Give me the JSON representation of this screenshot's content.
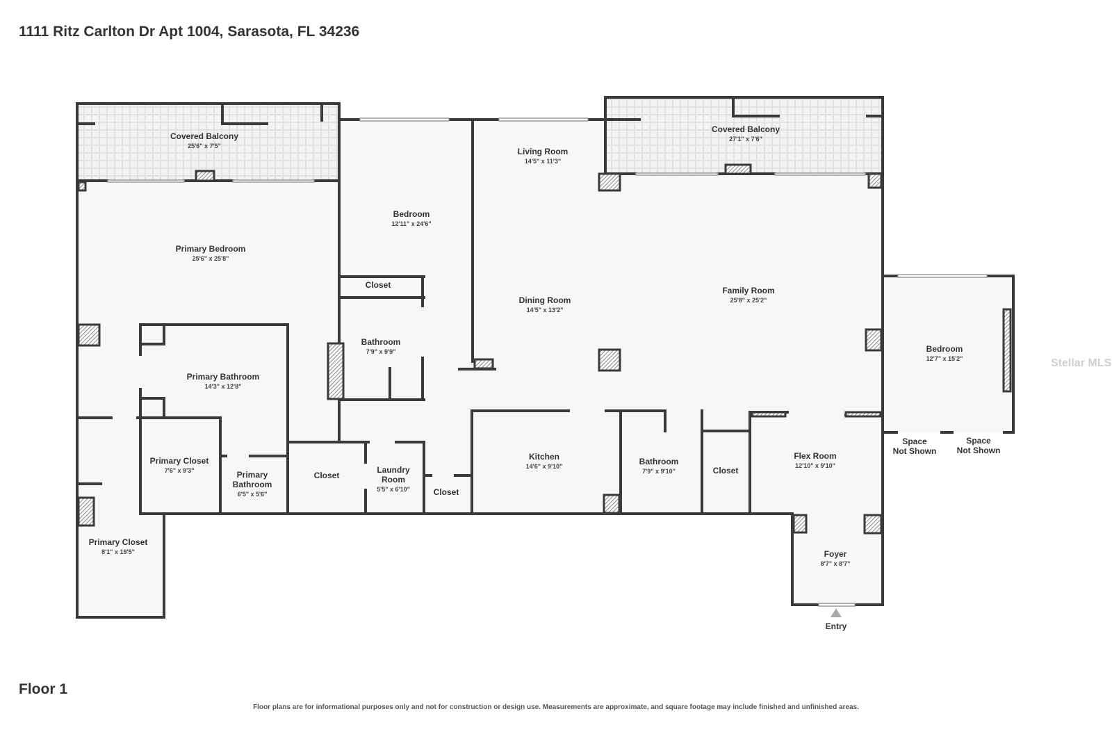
{
  "header": {
    "address": "1111 Ritz Carlton Dr Apt 1004, Sarasota, FL 34236"
  },
  "footer": {
    "floor_label": "Floor 1",
    "disclaimer": "Floor plans are for informational purposes only and not for construction or design use. Measurements are approximate, and square footage may include finished and unfinished areas."
  },
  "watermark": "Stellar MLS",
  "entry_label": "Entry",
  "rooms": [
    {
      "key": "covered-balcony-1",
      "name": "Covered Balcony",
      "dims": "25'6\" x 7'5\""
    },
    {
      "key": "covered-balcony-2",
      "name": "Covered Balcony",
      "dims": "27'1\" x 7'6\""
    },
    {
      "key": "living-room",
      "name": "Living Room",
      "dims": "14'5\" x 11'3\""
    },
    {
      "key": "bedroom-1",
      "name": "Bedroom",
      "dims": "12'11\" x 24'6\""
    },
    {
      "key": "primary-bedroom",
      "name": "Primary Bedroom",
      "dims": "25'6\" x 25'8\""
    },
    {
      "key": "closet-1",
      "name": "Closet",
      "dims": ""
    },
    {
      "key": "bathroom-1",
      "name": "Bathroom",
      "dims": "7'9\" x 9'9\""
    },
    {
      "key": "dining-room",
      "name": "Dining Room",
      "dims": "14'5\" x 13'2\""
    },
    {
      "key": "family-room",
      "name": "Family Room",
      "dims": "25'8\" x 25'2\""
    },
    {
      "key": "bedroom-2",
      "name": "Bedroom",
      "dims": "12'7\" x 15'2\""
    },
    {
      "key": "primary-bathroom-1",
      "name": "Primary Bathroom",
      "dims": "14'3\" x 12'8\""
    },
    {
      "key": "primary-closet-1",
      "name": "Primary Closet",
      "dims": "7'6\" x 9'3\""
    },
    {
      "key": "primary-bathroom-2",
      "name": "Primary Bathroom",
      "dims": "6'5\" x 5'6\""
    },
    {
      "key": "closet-2",
      "name": "Closet",
      "dims": ""
    },
    {
      "key": "laundry-room",
      "name": "Laundry Room",
      "dims": "5'5\" x 6'10\""
    },
    {
      "key": "closet-3",
      "name": "Closet",
      "dims": ""
    },
    {
      "key": "kitchen",
      "name": "Kitchen",
      "dims": "14'6\" x 9'10\""
    },
    {
      "key": "bathroom-2",
      "name": "Bathroom",
      "dims": "7'9\" x 9'10\""
    },
    {
      "key": "closet-4",
      "name": "Closet",
      "dims": ""
    },
    {
      "key": "flex-room",
      "name": "Flex Room",
      "dims": "12'10\" x 9'10\""
    },
    {
      "key": "primary-closet-2",
      "name": "Primary Closet",
      "dims": "8'1\" x 19'5\""
    },
    {
      "key": "foyer",
      "name": "Foyer",
      "dims": "8'7\" x 8'7\""
    },
    {
      "key": "space-not-shown-1",
      "name": "Space Not Shown",
      "dims": ""
    },
    {
      "key": "space-not-shown-2",
      "name": "Space Not Shown",
      "dims": ""
    }
  ]
}
